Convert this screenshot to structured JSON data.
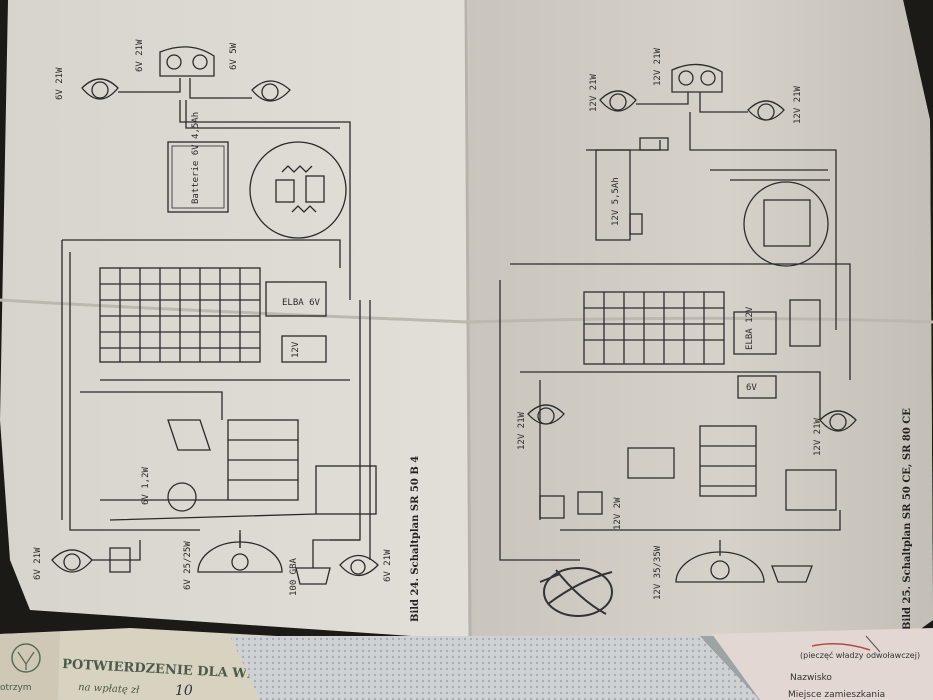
{
  "diagram_left": {
    "caption": "Bild 24. Schaltplan SR 50 B 4",
    "labels": {
      "lamp_top_left": "6V 21W",
      "lamp_top_mid": "6V 21W",
      "lamp_top_right": "6V 5W",
      "battery": "Batterie 6V 4,5Ah",
      "regulator": "ELBA 6V",
      "reg_12v": "12V",
      "lamp_mid": "6V 1,2W",
      "lamp_bot_left": "6V 21W",
      "headlamp": "6V 25/25W",
      "fuse": "100 GBA",
      "lamp_bot_right": "6V 21W"
    }
  },
  "diagram_right": {
    "caption": "Bild 25. Schaltplan SR 50 CE, SR 80 CE",
    "labels": {
      "lamp_top_left": "12V 21W",
      "lamp_top_mid": "12V 21W",
      "lamp_top_right": "12V 21W",
      "battery": "12V 5,5Ah",
      "regulator": "ELBA 12V",
      "reg_6v": "6V",
      "lamp_left_mid": "12V 21W",
      "lamp_right_mid": "12V 21W",
      "lamp_mid": "12V 2W",
      "headlamp": "12V 35/35W"
    }
  },
  "documents": {
    "receipt_title": "POTWIERDZENIE DLA WPŁACAJĄCEGO",
    "receipt_line": "na wpłatę zł",
    "receipt_side": "otrzym",
    "receipt_amount": "10",
    "form_line1": "(pieczęć władzy odwoławczej)",
    "form_line2": "Nazwisko",
    "form_line3": "Miejsce zamieszkania"
  }
}
